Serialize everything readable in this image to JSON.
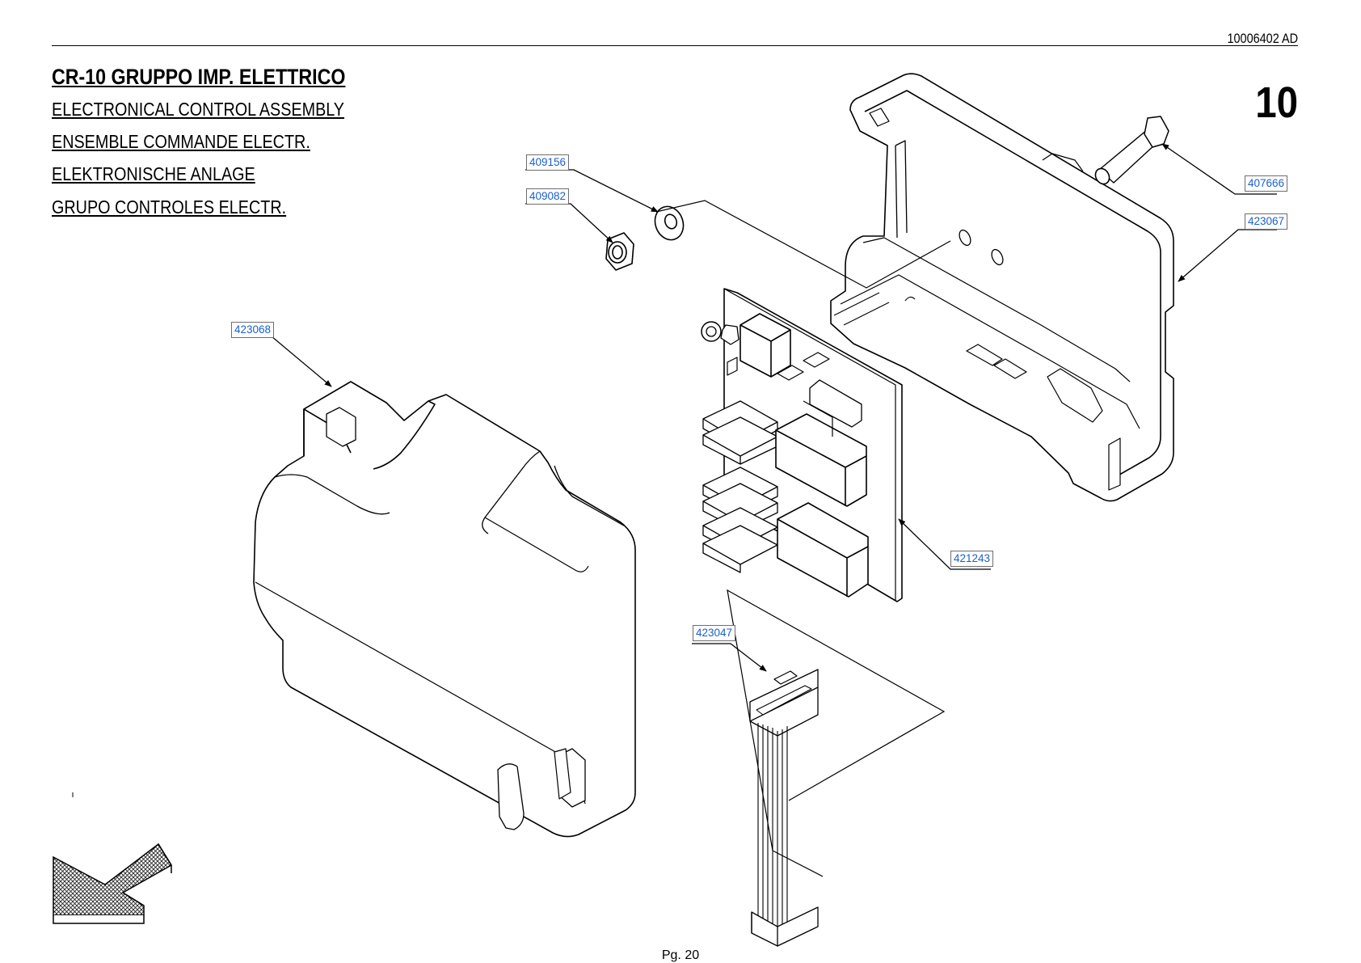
{
  "header": {
    "doc_code": "10006402 AD",
    "section_number": "10"
  },
  "title": {
    "main": "CR-10 GRUPPO IMP. ELETTRICO",
    "translations": [
      "ELECTRONICAL CONTROL ASSEMBLY",
      "ENSEMBLE COMMANDE ELECTR.",
      "ELEKTRONISCHE ANLAGE",
      "GRUPO CONTROLES ELECTR."
    ]
  },
  "parts": [
    {
      "code": "409156"
    },
    {
      "code": "409082"
    },
    {
      "code": "407666"
    },
    {
      "code": "423067"
    },
    {
      "code": "423068"
    },
    {
      "code": "421243"
    },
    {
      "code": "423047"
    }
  ],
  "footer": {
    "page": "Pg. 20"
  },
  "colors": {
    "part_label": "#1a5fd0",
    "line": "#000000"
  }
}
